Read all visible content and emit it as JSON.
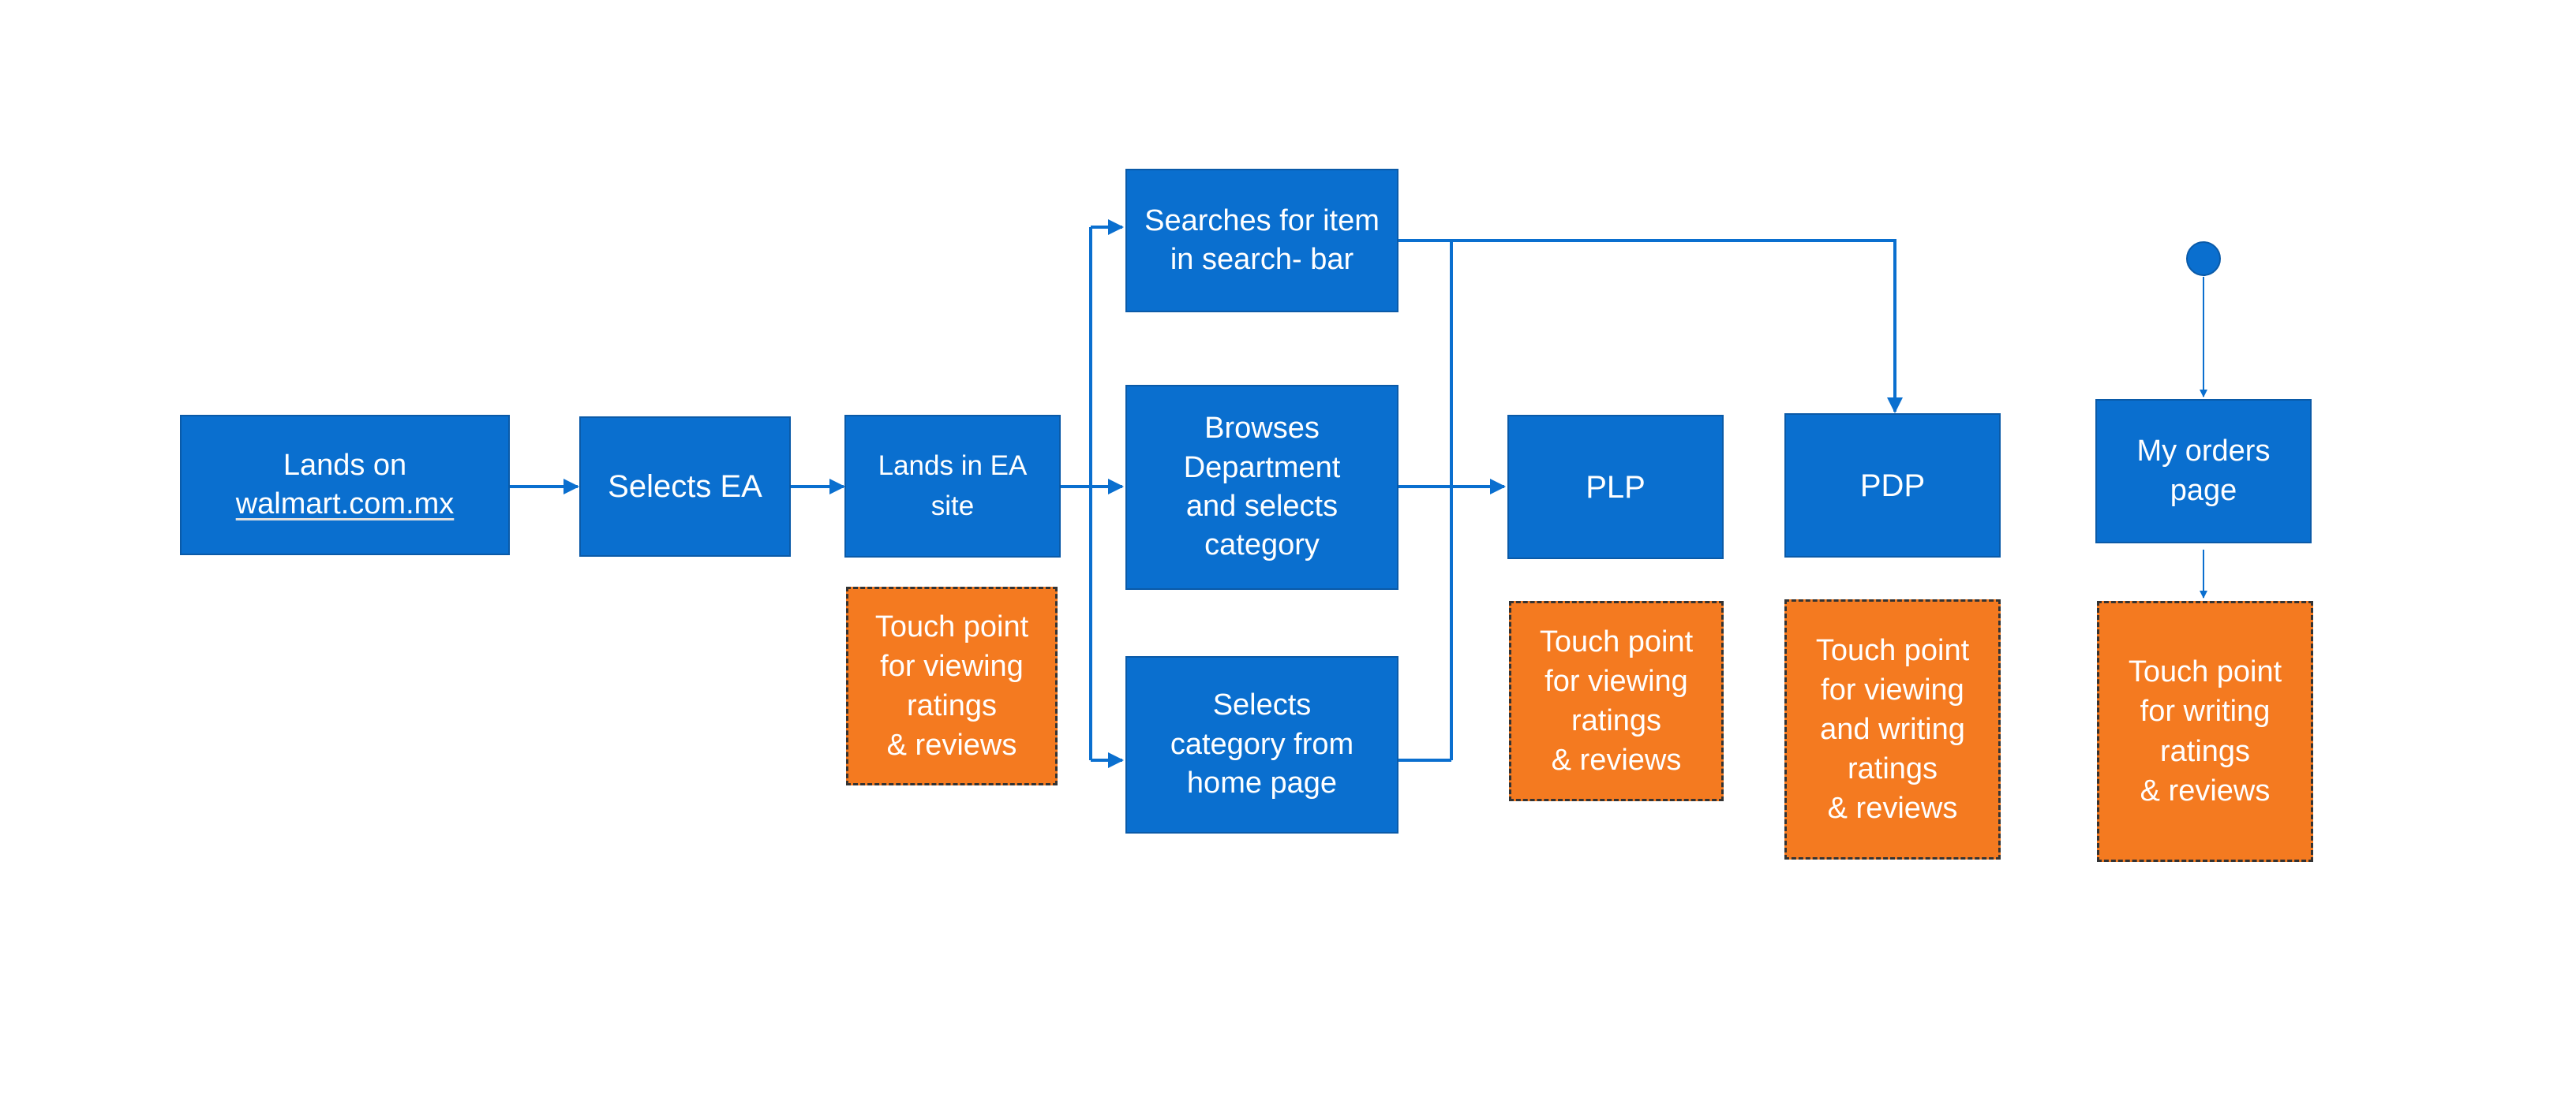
{
  "colors": {
    "step_fill": "#0a6fcf",
    "touch_point_fill": "#f47a20",
    "connector": "#0a6fcf",
    "touch_point_border": "#333333"
  },
  "steps": {
    "lands_on": {
      "line1": "Lands on",
      "line2": "walmart.com.mx"
    },
    "selects_ea": {
      "line1": "Selects EA"
    },
    "lands_in_ea": {
      "line1": "Lands in EA",
      "line2": "site"
    },
    "searches": {
      "line1": "Searches for item",
      "line2": "in search- bar"
    },
    "browses": {
      "line1": "Browses",
      "line2": "Department",
      "line3": "and selects",
      "line4": "category"
    },
    "selects_category": {
      "line1": "Selects",
      "line2": "category from",
      "line3": "home page"
    },
    "plp": {
      "line1": "PLP"
    },
    "pdp": {
      "line1": "PDP"
    },
    "my_orders": {
      "line1": "My orders",
      "line2": "page"
    }
  },
  "touch_points": {
    "ea_site": {
      "line1": "Touch point",
      "line2": "for viewing",
      "line3": "ratings",
      "line4": "& reviews"
    },
    "plp": {
      "line1": "Touch point",
      "line2": "for viewing",
      "line3": "ratings",
      "line4": "& reviews"
    },
    "pdp": {
      "line1": "Touch point",
      "line2": "for viewing",
      "line3": "and writing",
      "line4": "ratings",
      "line5": "& reviews"
    },
    "my_orders": {
      "line1": "Touch point",
      "line2": "for writing",
      "line3": "ratings",
      "line4": "& reviews"
    }
  }
}
